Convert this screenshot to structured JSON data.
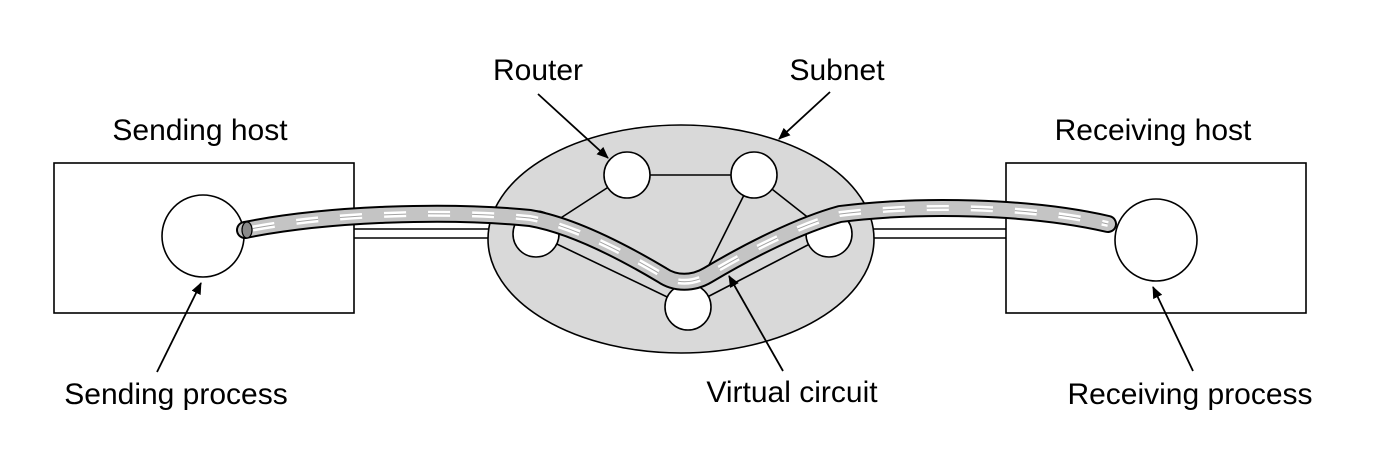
{
  "labels": {
    "router": "Router",
    "subnet": "Subnet",
    "sending_host": "Sending host",
    "receiving_host": "Receiving host",
    "sending_process": "Sending process",
    "virtual_circuit": "Virtual circuit",
    "receiving_process": "Receiving process"
  },
  "colors": {
    "subnet_fill": "#d9d9d9",
    "tube_fill": "#c4c4c4",
    "line": "#000000",
    "background": "#ffffff"
  }
}
